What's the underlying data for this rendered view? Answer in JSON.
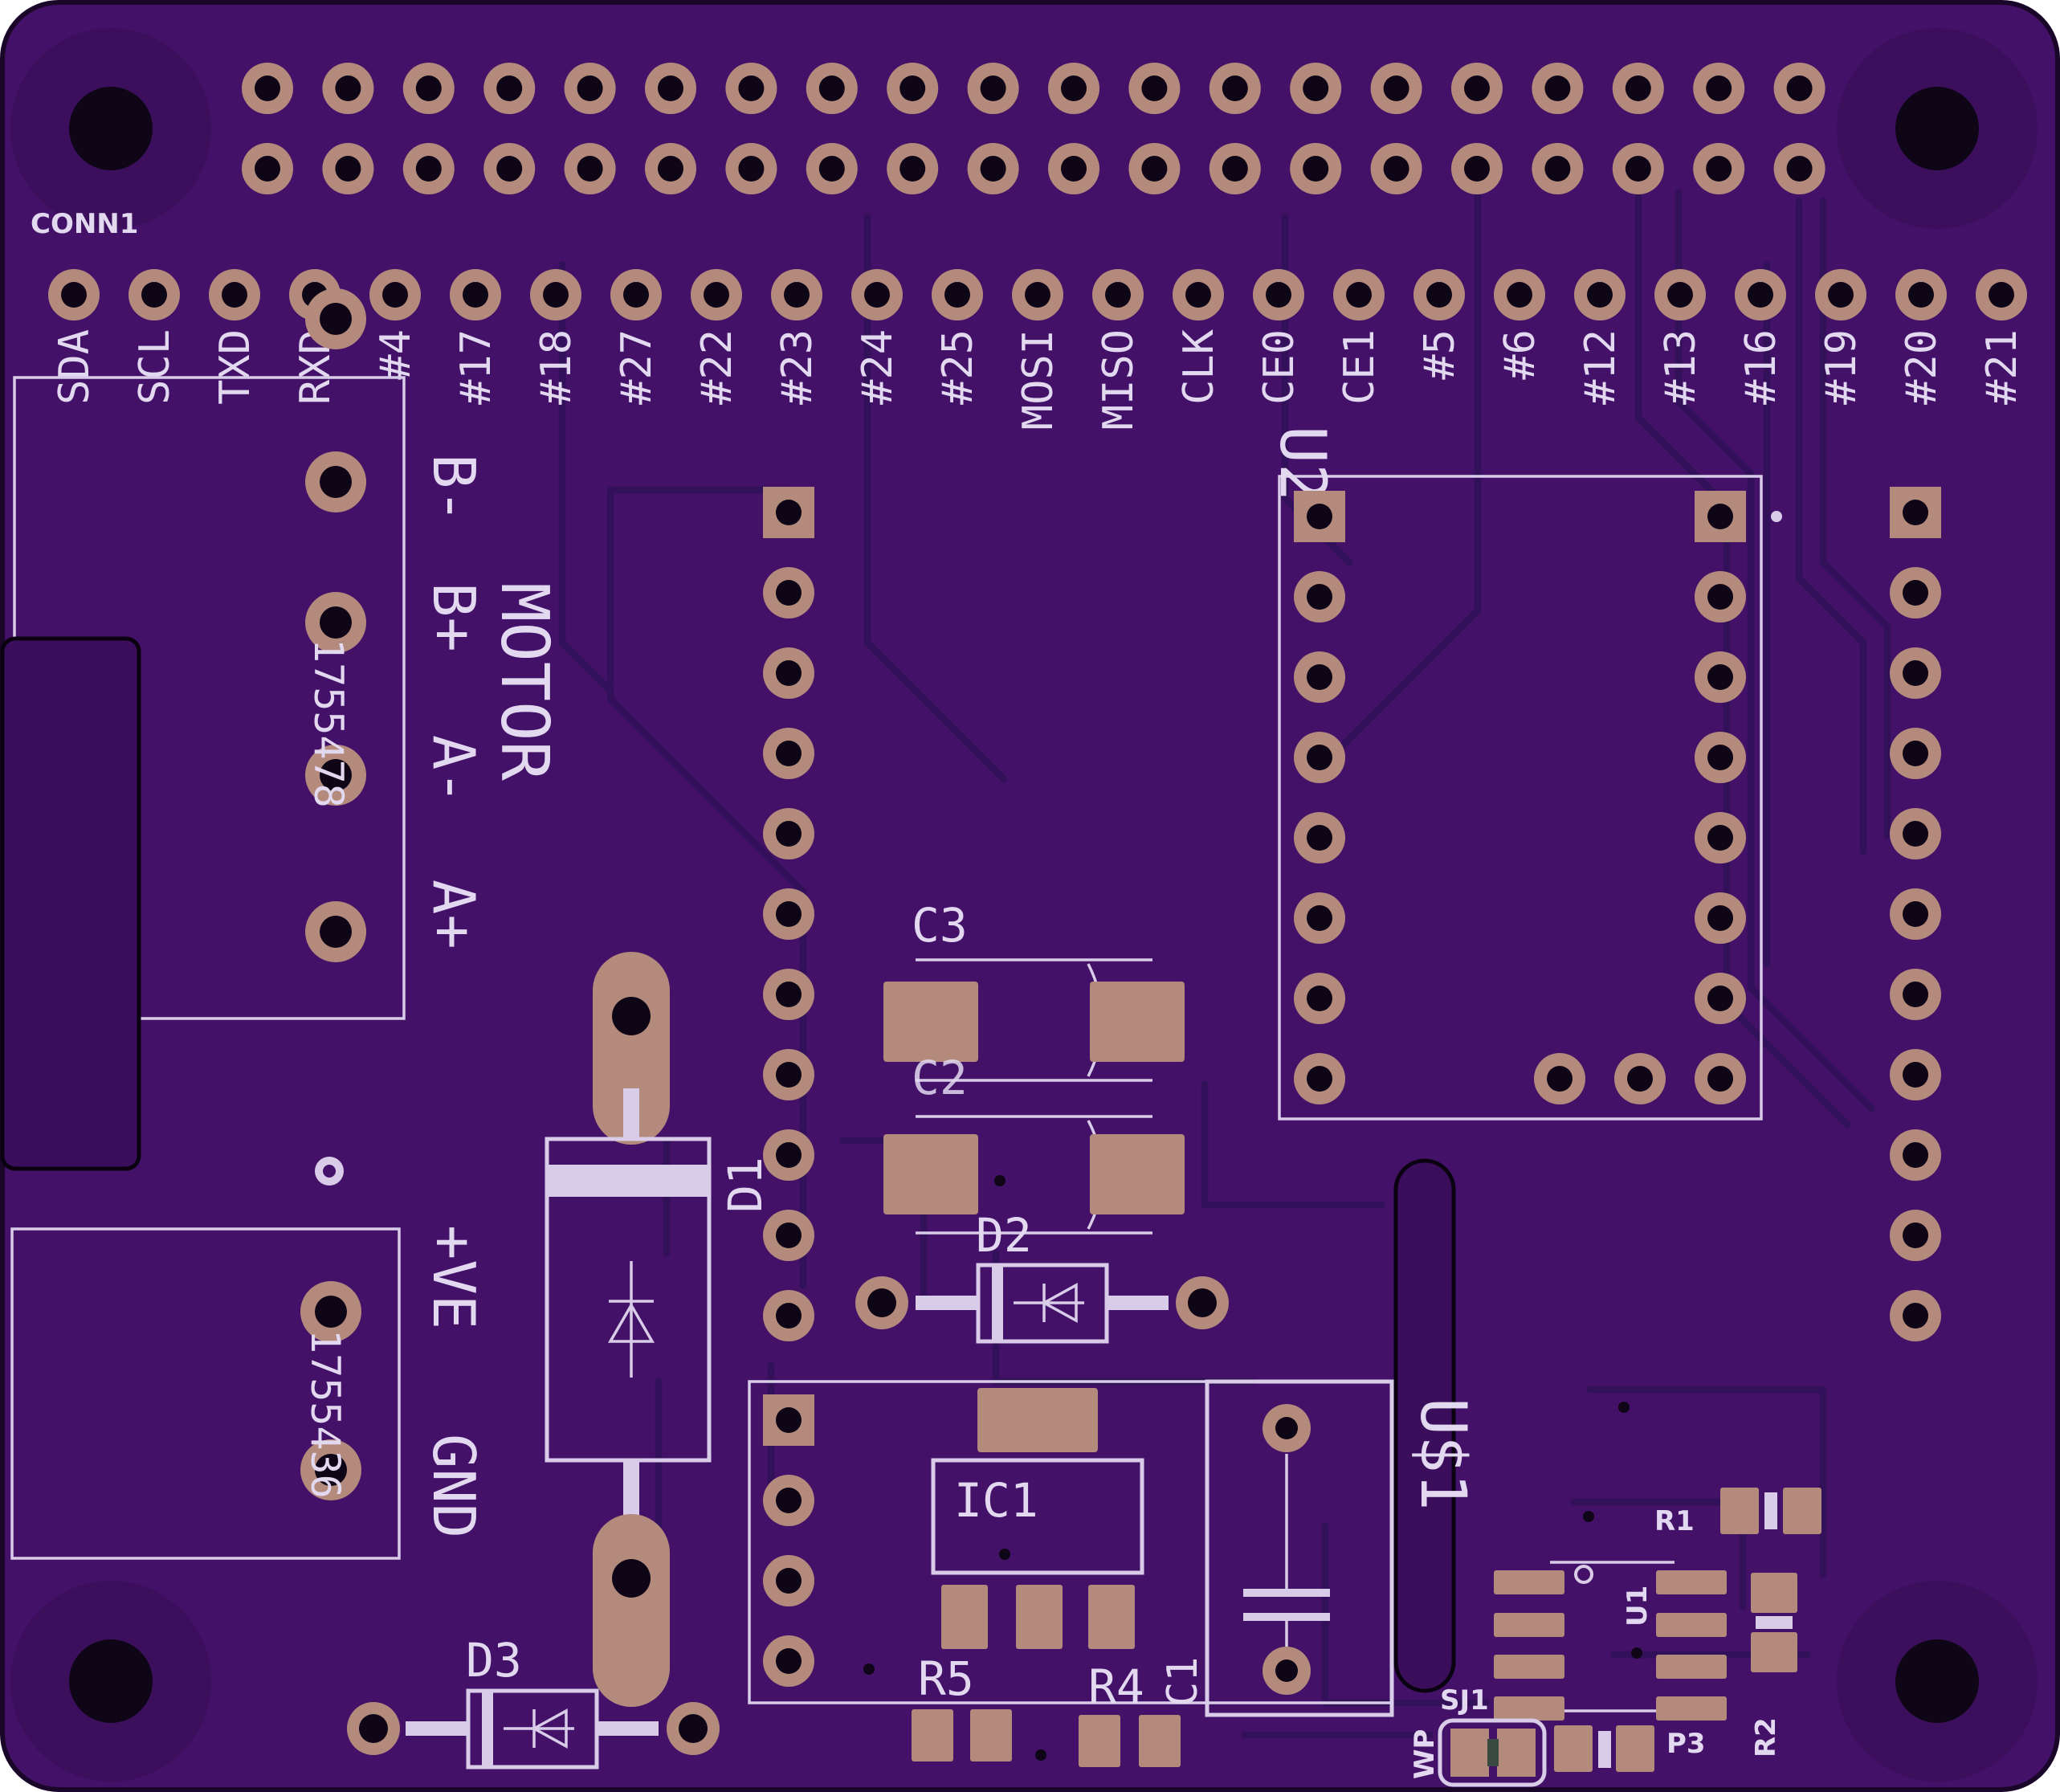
{
  "board": {
    "colors": {
      "soldermask": "#431268",
      "silkscreen": "#d8cce8",
      "copper_pad": "#b48a7c",
      "drill": "#0e0616",
      "trace": "#33105a"
    },
    "header_ref": "CONN1",
    "gpio_labels": [
      "SDA",
      "SCL",
      "TXD",
      "RXD",
      "#4",
      "#17",
      "#18",
      "#27",
      "#22",
      "#23",
      "#24",
      "#25",
      "MOSI",
      "MISO",
      "CLK",
      "CE0",
      "CE1",
      "#5",
      "#6",
      "#12",
      "#13",
      "#16",
      "#19",
      "#20",
      "#21"
    ],
    "motor_terminal": {
      "title": "MOTOR",
      "pins": [
        "B-",
        "B+",
        "A-",
        "A+"
      ],
      "part_number": "1755478"
    },
    "power_terminal": {
      "pins": [
        "+VE",
        "GND"
      ],
      "part_number": "1755436"
    },
    "refdes": {
      "u2": "U2",
      "c3": "C3",
      "c2": "C2",
      "d1": "D1",
      "d2": "D2",
      "d3": "D3",
      "ic1": "IC1",
      "r5": "R5",
      "r4": "R4",
      "c1": "C1",
      "us1": "U$1",
      "r1": "R1",
      "u1": "U1",
      "r2": "R2",
      "sj1": "SJ1",
      "wp": "WP",
      "p3": "P3"
    }
  }
}
